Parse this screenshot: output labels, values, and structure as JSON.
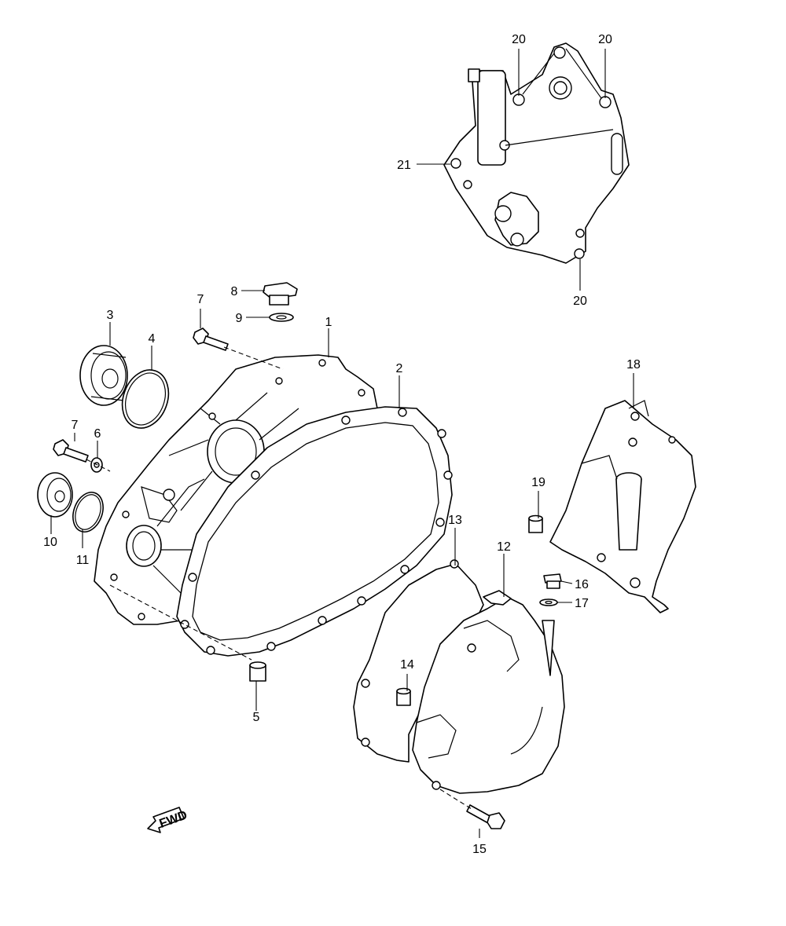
{
  "callouts": [
    "1",
    "2",
    "3",
    "4",
    "5",
    "6",
    "7",
    "7",
    "8",
    "9",
    "10",
    "11",
    "12",
    "13",
    "14",
    "15",
    "16",
    "17",
    "18",
    "19",
    "20",
    "20",
    "20",
    "21"
  ],
  "fwd_label": "FWD",
  "colors": {
    "line": "#000000",
    "background": "#ffffff"
  }
}
